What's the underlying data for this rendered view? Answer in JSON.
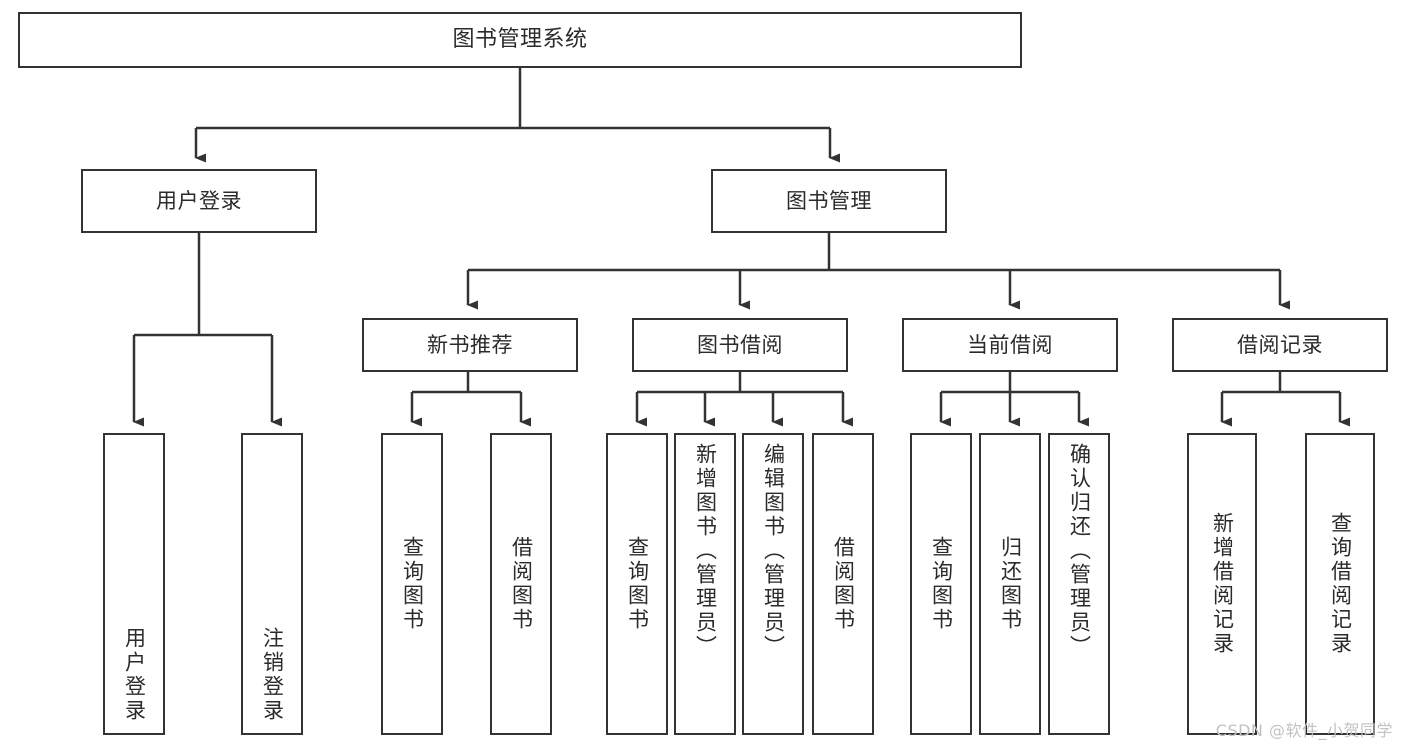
{
  "diagram": {
    "title": "图书管理系统",
    "type": "tree-structure-chart",
    "stroke_color": "#333333",
    "text_color": "#2b2b2b",
    "background_color": "#ffffff",
    "watermark": "CSDN @软件_小贺同学",
    "nodes": {
      "root": {
        "label": "图书管理系统"
      },
      "level2": [
        {
          "id": "user-login",
          "label": "用户登录"
        },
        {
          "id": "book-management",
          "label": "图书管理"
        }
      ],
      "level3": [
        {
          "id": "new-book-recommend",
          "label": "新书推荐"
        },
        {
          "id": "book-borrow",
          "label": "图书借阅"
        },
        {
          "id": "current-borrow",
          "label": "当前借阅"
        },
        {
          "id": "borrow-record",
          "label": "借阅记录"
        }
      ],
      "leaves": {
        "user_login": [
          {
            "id": "leaf-user-login",
            "label": "用户登录"
          },
          {
            "id": "leaf-logout-login",
            "label": "注销登录"
          }
        ],
        "new_book_recommend": [
          {
            "id": "leaf-query-book-1",
            "label": "查询图书"
          },
          {
            "id": "leaf-borrow-book-1",
            "label": "借阅图书"
          }
        ],
        "book_borrow": [
          {
            "id": "leaf-query-book-2",
            "label": "查询图书"
          },
          {
            "id": "leaf-add-book",
            "label": "新增图书（管理员）"
          },
          {
            "id": "leaf-edit-book",
            "label": "编辑图书（管理员）"
          },
          {
            "id": "leaf-borrow-book-2",
            "label": "借阅图书"
          }
        ],
        "current_borrow": [
          {
            "id": "leaf-query-book-3",
            "label": "查询图书"
          },
          {
            "id": "leaf-return-book",
            "label": "归还图书"
          },
          {
            "id": "leaf-confirm-return",
            "label": "确认归还（管理员）"
          }
        ],
        "borrow_record": [
          {
            "id": "leaf-add-borrow-record",
            "label": "新增借阅记录"
          },
          {
            "id": "leaf-query-borrow-record",
            "label": "查询借阅记录"
          }
        ]
      }
    }
  }
}
